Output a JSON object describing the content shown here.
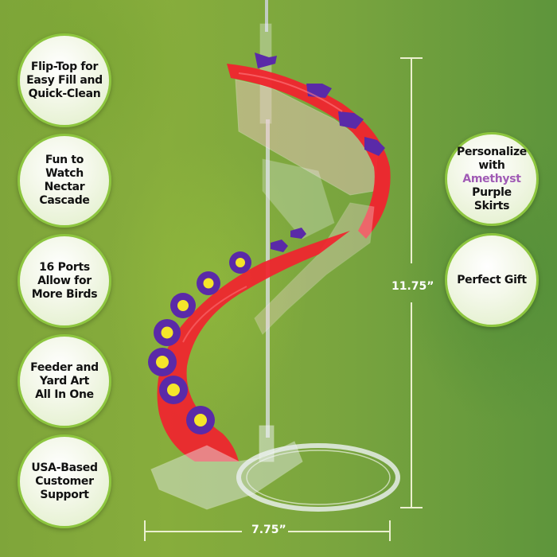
{
  "left_badges": [
    {
      "lines": [
        "Flip-Top for",
        "Easy Fill and",
        "Quick-Clean"
      ]
    },
    {
      "lines": [
        "Fun to",
        "Watch Nectar",
        "Cascade"
      ]
    },
    {
      "lines": [
        "16 Ports",
        "Allow for",
        "More Birds"
      ]
    },
    {
      "lines": [
        "Feeder and",
        "Yard Art",
        "All In One"
      ]
    },
    {
      "lines": [
        "USA-Based",
        "Customer",
        "Support"
      ]
    }
  ],
  "right_badges": [
    {
      "line1": "Personalize",
      "line2_prefix": "with ",
      "line2_accent": "Amethyst",
      "line3": "Purple Skirts"
    },
    {
      "lines": [
        "Perfect Gift"
      ]
    }
  ],
  "dimensions": {
    "height": "11.75”",
    "width": "7.75”"
  },
  "product": {
    "name": "spiral hummingbird feeder",
    "colors": {
      "body": "#f0242e",
      "flower": "#5a2aa8",
      "flower_center": "#f5e52a",
      "acrylic": "#e8eef0"
    }
  },
  "colors": {
    "badge_border": "#8dc63f",
    "accent_purple": "#a05bb5",
    "dim_line": "#ebf0d0"
  }
}
